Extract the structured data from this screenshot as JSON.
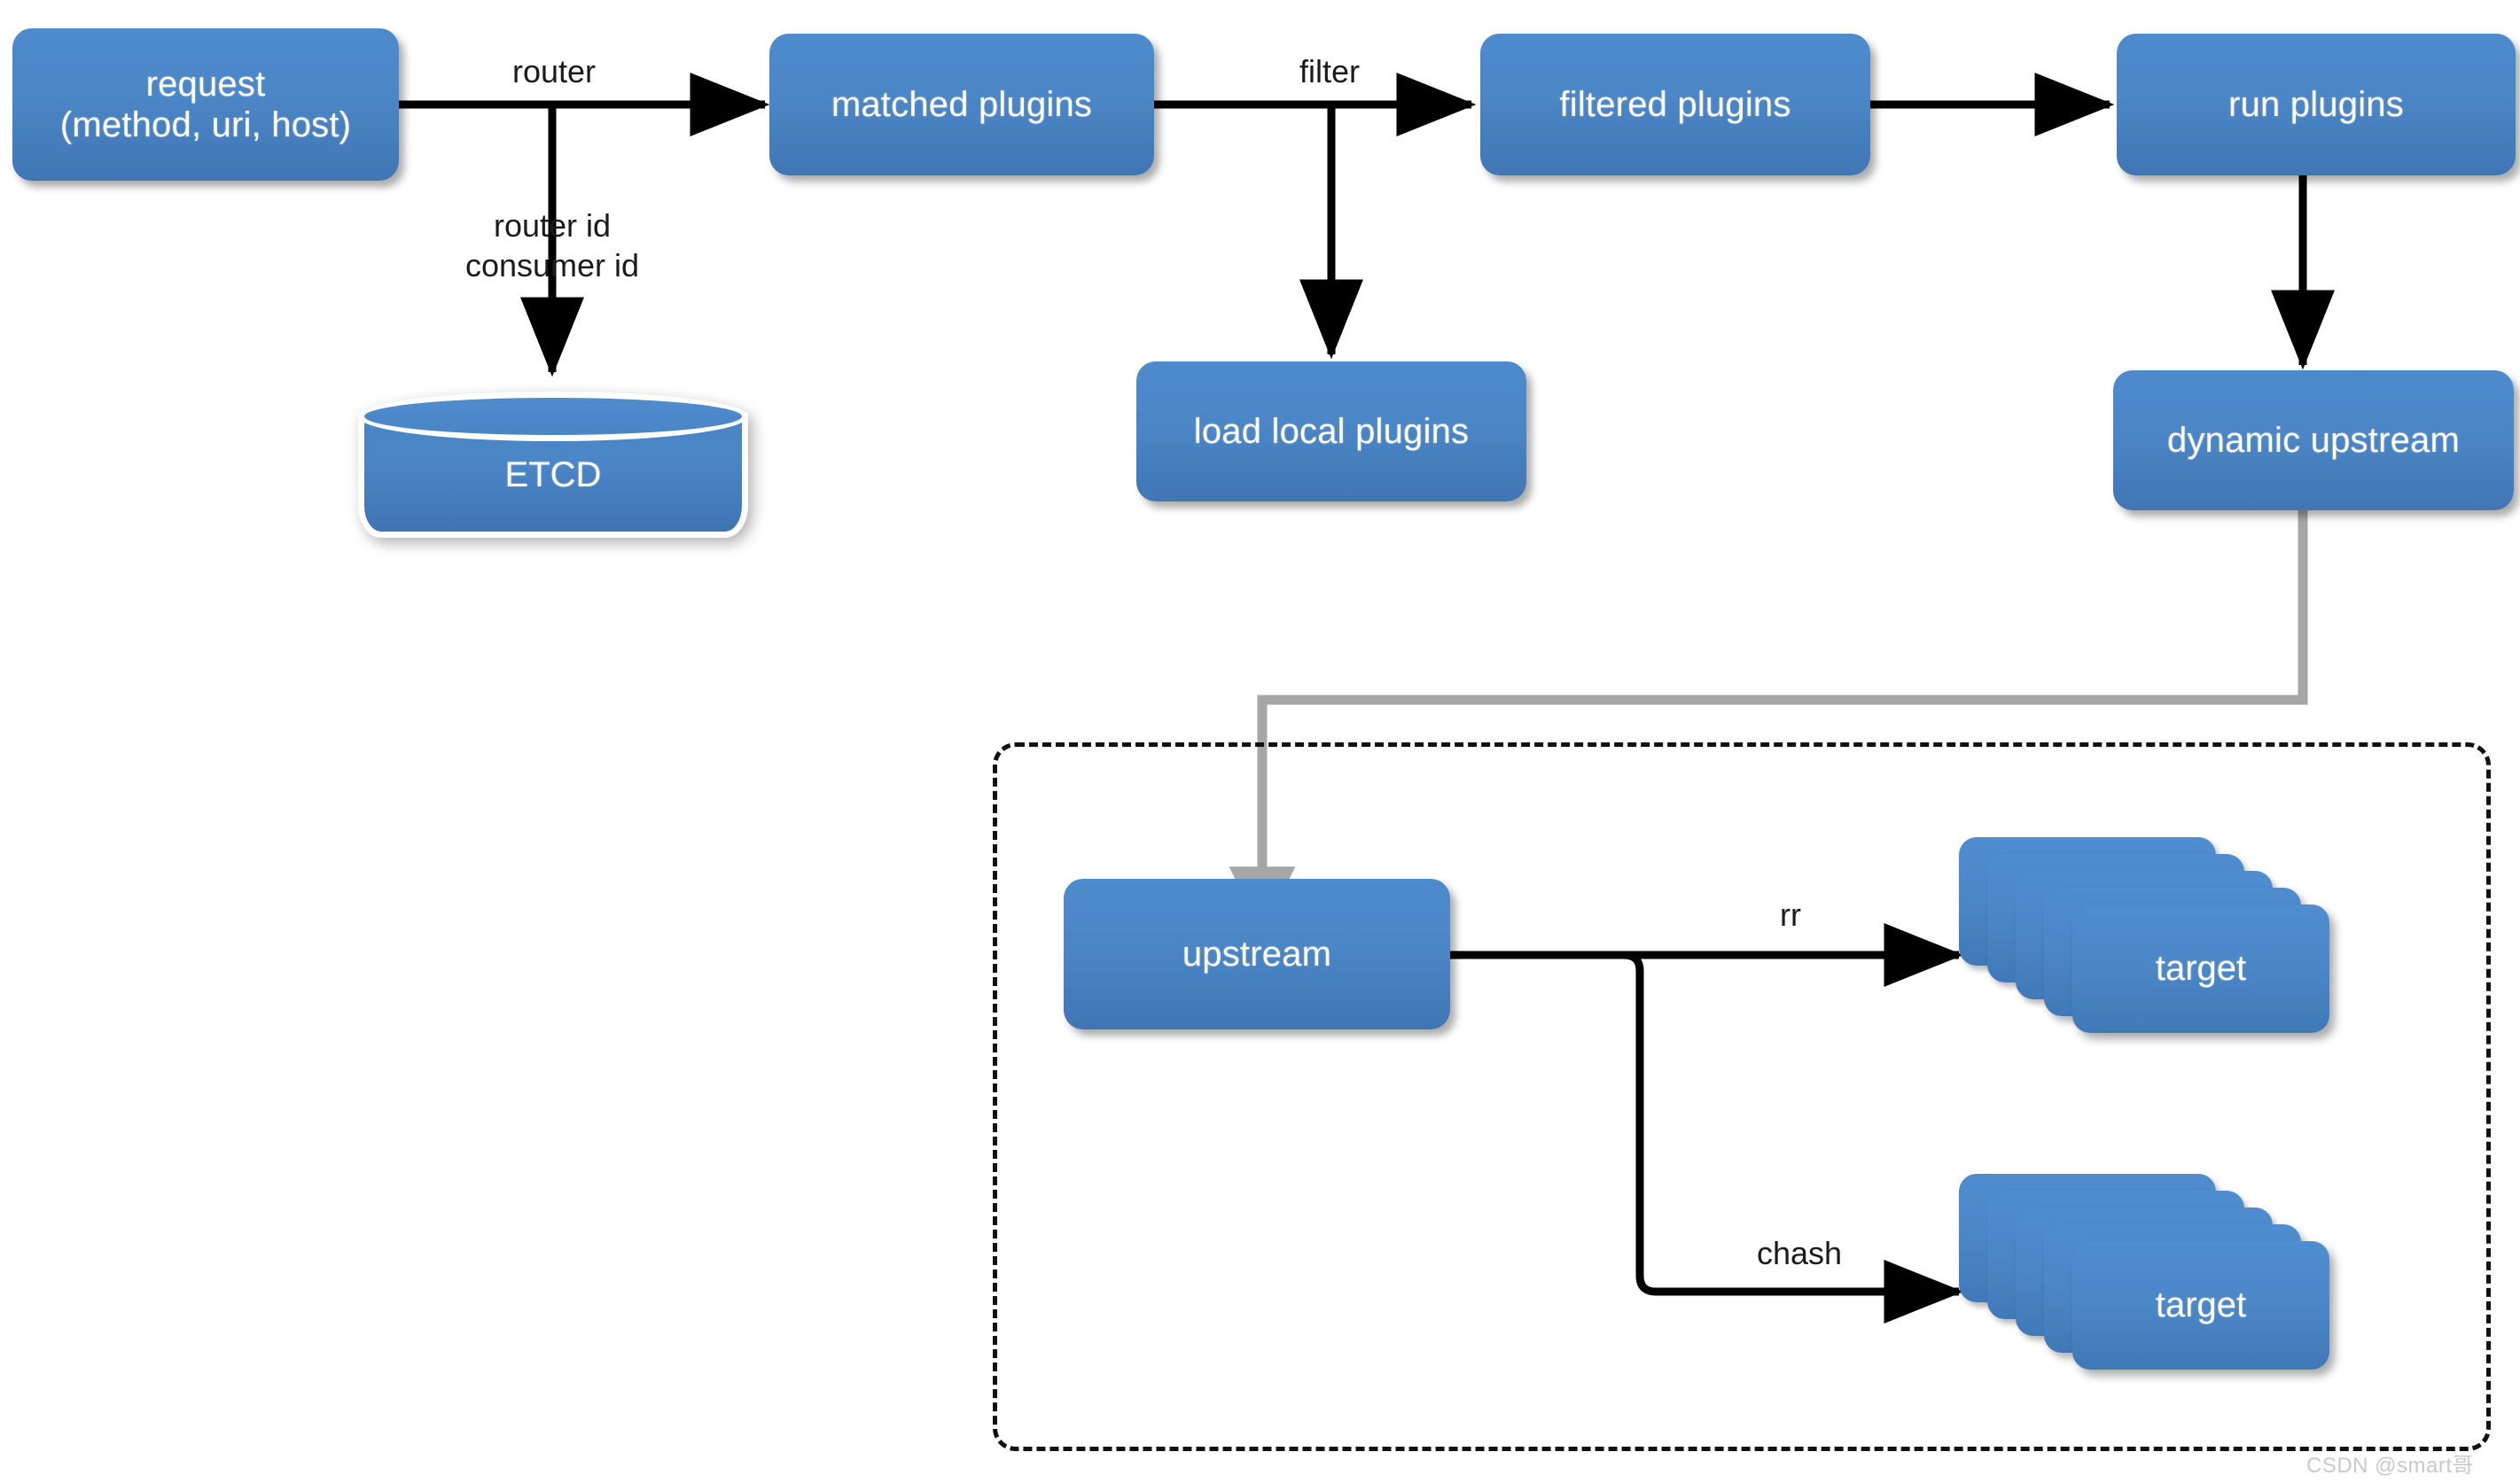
{
  "diagram": {
    "title": "Apache APISIX request routing flow",
    "accent_color": "#4a86c6",
    "gray_edge_color": "#a6a6a6",
    "black_edge_color": "#000000",
    "background": "#ffffff",
    "nodes": {
      "request": "request\n(method, uri, host)",
      "matched_plugins": "matched plugins",
      "filtered_plugins": "filtered plugins",
      "run_plugins": "run plugins",
      "load_local_plugins": "load local plugins",
      "dynamic_upstream": "dynamic upstream",
      "etcd": "ETCD",
      "upstream": "upstream",
      "target_top": "target",
      "target_bottom": "target"
    },
    "edge_labels": {
      "router": "router",
      "router_consumer_id": "router id\nconsumer id",
      "filter": "filter",
      "rr": "rr",
      "chash": "chash"
    },
    "watermark": "CSDN @smart哥"
  }
}
